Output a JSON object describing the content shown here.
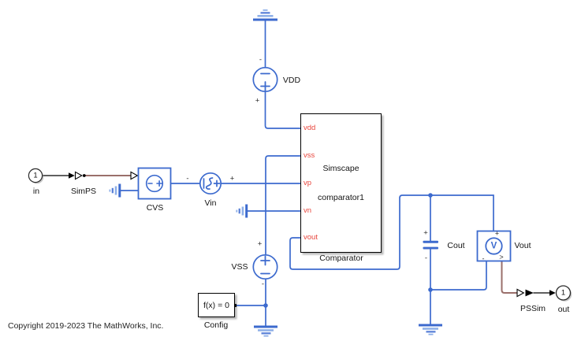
{
  "window": {
    "background": "#ffffff"
  },
  "colors": {
    "wire_blue": "#3c6ace",
    "wire_blue_light": "#8fb0e8",
    "physical_signal_line": "#9a6f6b",
    "port_label_red": "#e8453c",
    "signal_black": "#000000"
  },
  "footer": {
    "copyright": "Copyright 2019-2023 The MathWorks, Inc."
  },
  "blocks": {
    "in_port": {
      "number": "1",
      "label": "in"
    },
    "simps": {
      "label": "SimPS"
    },
    "cvs": {
      "label": "CVS"
    },
    "vin": {
      "label": "Vin",
      "neg_terminal": "-",
      "pos_terminal": "+"
    },
    "vdd": {
      "label": "VDD",
      "top_terminal": "-",
      "bottom_terminal": "+"
    },
    "vss": {
      "label": "VSS",
      "top_terminal": "+",
      "bottom_terminal": "-"
    },
    "comparator": {
      "line1": "Simscape",
      "line2": "comparator1",
      "label": "Comparator",
      "ports": [
        "vdd",
        "vss",
        "vp",
        "vn",
        "vout"
      ]
    },
    "config": {
      "text": "f(x) = 0",
      "label": "Config"
    },
    "cout": {
      "label": "Cout",
      "pos_terminal": "+",
      "neg_terminal": "-"
    },
    "voltmeter": {
      "label": "Vout",
      "symbol": "V",
      "pos_terminal": "+",
      "neg_terminal": "-",
      "out_terminal": ">"
    },
    "pssim": {
      "label": "PSSim"
    },
    "out_port": {
      "number": "1",
      "label": "out"
    }
  }
}
